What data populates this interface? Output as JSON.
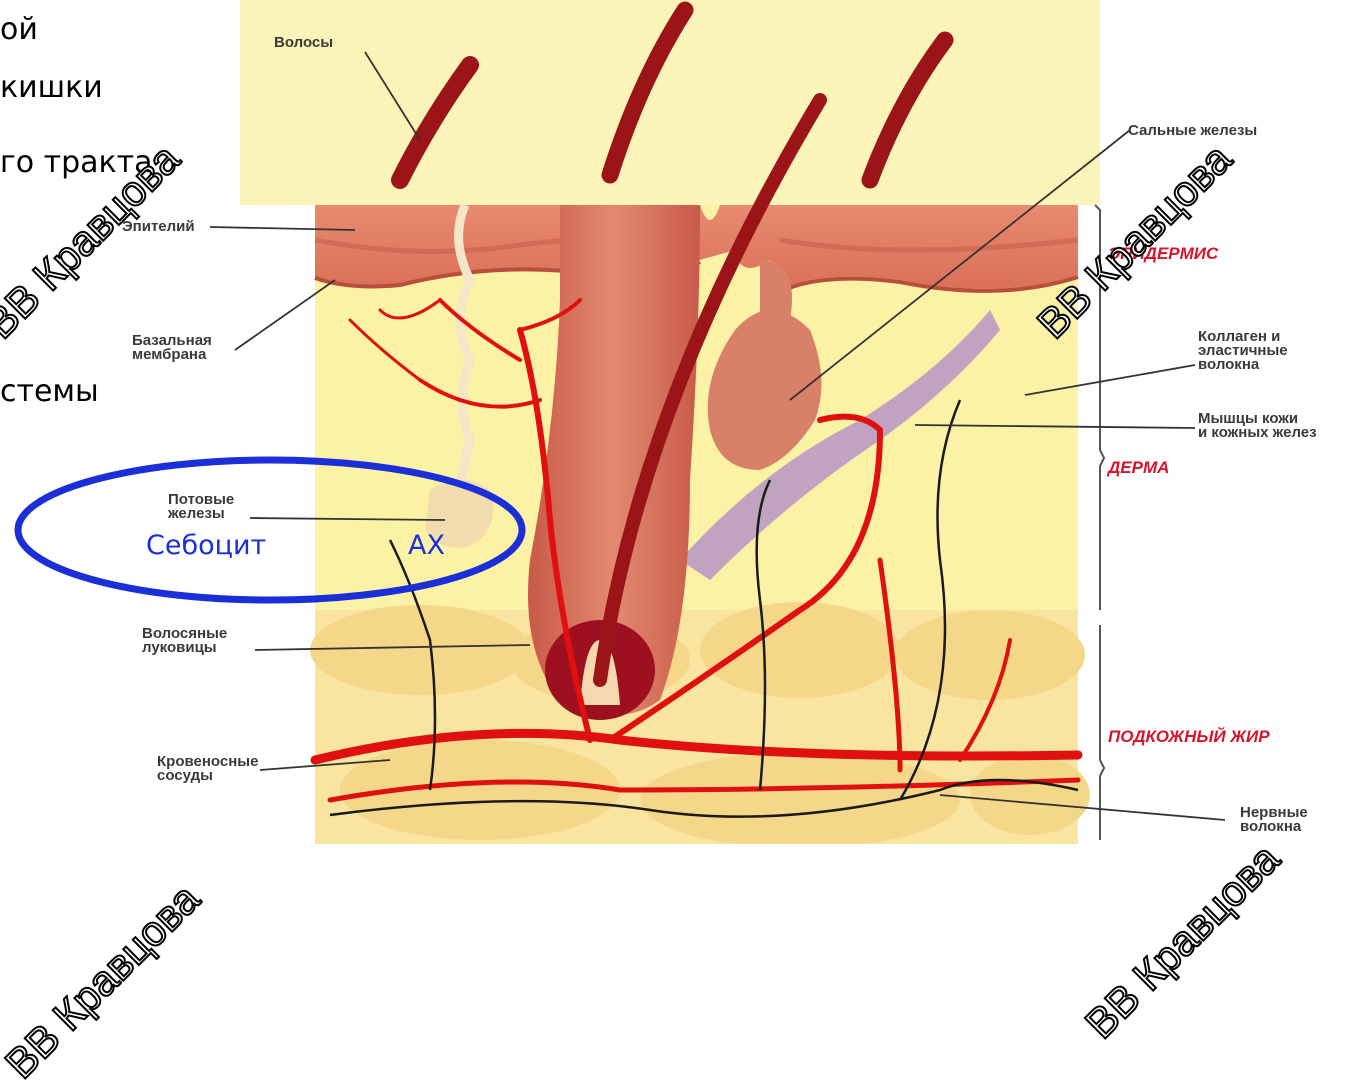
{
  "slide_text": {
    "line1": "ой",
    "line2": "кишки",
    "line3": "го тракта",
    "line4": "стемы"
  },
  "labels": {
    "hair": "Волосы",
    "epithelium": "Эпителий",
    "basal_membrane": "Базальная\nмембрана",
    "sweat_glands": "Потовые\nжелезы",
    "hair_bulbs": "Волосяные\nлуковицы",
    "blood_vessels": "Кровеносные\nсосуды",
    "sebaceous_glands": "Сальные железы",
    "collagen": "Коллаген и\nэластичные\nволокна",
    "muscles": "Мышцы кожи\nи кожных желез",
    "nerve_fibers": "Нервные\nволокна"
  },
  "layers": {
    "epidermis": "ЭПИДЕРМИС",
    "dermis": "ДЕРМА",
    "subcutaneous_fat": "ПОДКОЖНЫЙ ЖИР"
  },
  "annotation": {
    "sebocyte": "Себоцит",
    "ax": "АХ"
  },
  "watermark": "ВВ Кравцова",
  "colors": {
    "vessel_red": "#e01010",
    "epidermis": "#e0806a",
    "dermis_yellow": "#fbf2a6",
    "fat": "#f7dc8c",
    "annotation_blue": "#1a2fd8"
  }
}
